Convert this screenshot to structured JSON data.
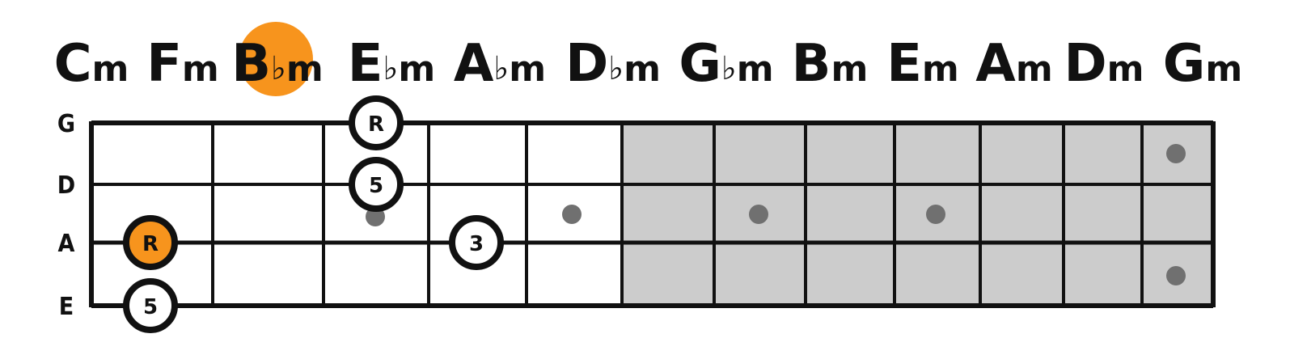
{
  "chords": [
    {
      "root": "C",
      "accidental": "",
      "quality": "m"
    },
    {
      "root": "F",
      "accidental": "",
      "quality": "m"
    },
    {
      "root": "B",
      "accidental": "♭",
      "quality": "m",
      "highlighted": true
    },
    {
      "root": "E",
      "accidental": "♭",
      "quality": "m"
    },
    {
      "root": "A",
      "accidental": "♭",
      "quality": "m"
    },
    {
      "root": "D",
      "accidental": "♭",
      "quality": "m"
    },
    {
      "root": "G",
      "accidental": "♭",
      "quality": "m"
    },
    {
      "root": "B",
      "accidental": "",
      "quality": "m"
    },
    {
      "root": "E",
      "accidental": "",
      "quality": "m"
    },
    {
      "root": "A",
      "accidental": "",
      "quality": "m"
    },
    {
      "root": "D",
      "accidental": "",
      "quality": "m"
    },
    {
      "root": "G",
      "accidental": "",
      "quality": "m"
    }
  ],
  "strings": [
    "G",
    "D",
    "A",
    "E"
  ],
  "fretboard": {
    "fret_count": 12,
    "shaded_from_fret": 6
  },
  "inlay_markers": [
    {
      "fret": 3,
      "between_strings": "D-A"
    },
    {
      "fret": 5,
      "between_strings": "D-A"
    },
    {
      "fret": 7,
      "between_strings": "D-A"
    },
    {
      "fret": 9,
      "between_strings": "D-A"
    },
    {
      "fret": 12,
      "between_strings": "G-D"
    },
    {
      "fret": 12,
      "between_strings": "A-E"
    }
  ],
  "notes": [
    {
      "string": "G",
      "fret": 3,
      "label": "R",
      "style": "outline"
    },
    {
      "string": "D",
      "fret": 3,
      "label": "5",
      "style": "outline"
    },
    {
      "string": "A",
      "fret": 1,
      "label": "R",
      "style": "filled"
    },
    {
      "string": "A",
      "fret": 4,
      "label": "3",
      "style": "outline"
    },
    {
      "string": "E",
      "fret": 1,
      "label": "5",
      "style": "outline"
    }
  ],
  "colors": {
    "accent": "#F7941D",
    "ink": "#111111",
    "shade": "#CCCCCC",
    "marker": "#707070",
    "background": "#FFFFFF"
  }
}
